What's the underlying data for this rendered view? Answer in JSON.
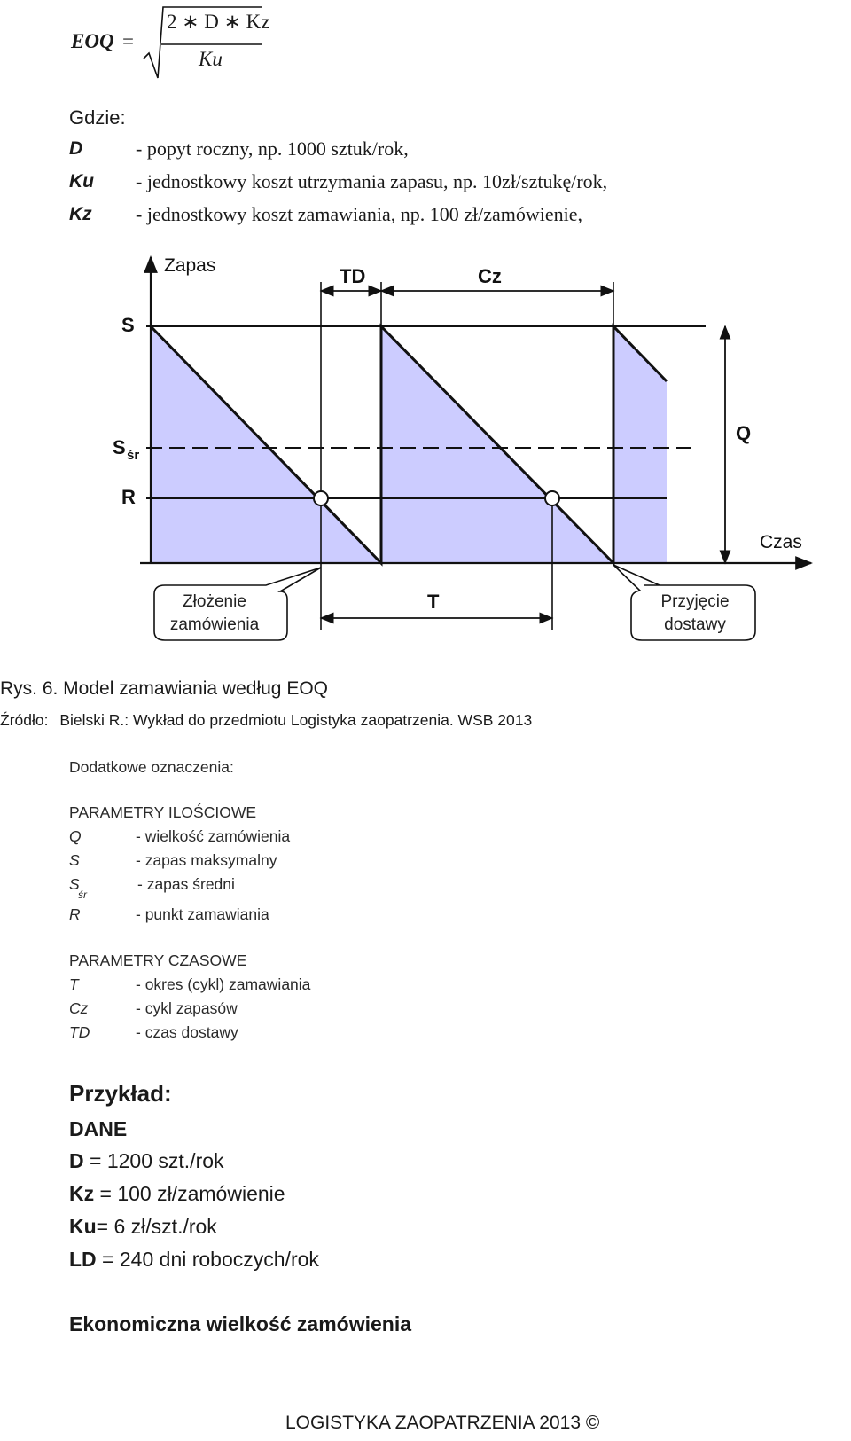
{
  "formula": {
    "lhs": "EOQ",
    "equals": "=",
    "numerator": "2 ∗ D ∗ Kz",
    "denominator": "Ku"
  },
  "definitions": {
    "intro": "Gdzie:",
    "items": [
      {
        "symbol": "D",
        "text": "- popyt roczny, np. 1000 sztuk/rok,"
      },
      {
        "symbol": "Ku",
        "text": "- jednostkowy koszt utrzymania zapasu, np. 10zł/sztukę/rok,"
      },
      {
        "symbol": "Kz",
        "text": "- jednostkowy koszt zamawiania, np. 100 zł/zamówienie,"
      }
    ]
  },
  "diagram": {
    "y_axis_label": "Zapas",
    "x_axis_label": "Czas",
    "labels": {
      "S": "S",
      "Ssr_main": "S",
      "Ssr_sub": "śr",
      "R": "R",
      "Q": "Q",
      "TD": "TD",
      "Cz": "Cz",
      "T": "T"
    },
    "callout_left": [
      "Złożenie",
      "zamówienia"
    ],
    "callout_right": [
      "Przyjęcie",
      "dostawy"
    ],
    "fill_color": "#ccccff",
    "line_color": "#111111"
  },
  "caption": {
    "figure": "Rys. 6. Model zamawiania według EOQ",
    "source_label": "Źródło:",
    "source_text": "Bielski R.: Wykład do przedmiotu Logistyka zaopatrzenia. WSB 2013"
  },
  "notation": {
    "heading": "Dodatkowe oznaczenia:",
    "quantity_heading": "PARAMETRY ILOŚCIOWE",
    "quantity": [
      {
        "symbol": "Q",
        "sub": "",
        "text": "- wielkość zamówienia"
      },
      {
        "symbol": "S",
        "sub": "",
        "text": "- zapas maksymalny"
      },
      {
        "symbol": "S",
        "sub": "śr",
        "text": "- zapas średni"
      },
      {
        "symbol": "R",
        "sub": "",
        "text": "- punkt zamawiania"
      }
    ],
    "time_heading": "PARAMETRY CZASOWE",
    "time": [
      {
        "symbol": "T",
        "text": "- okres (cykl) zamawiania"
      },
      {
        "symbol": "Cz",
        "text": "- cykl zapasów"
      },
      {
        "symbol": "TD",
        "text": "- czas dostawy"
      }
    ]
  },
  "example": {
    "title": "Przykład:",
    "data_heading": "DANE",
    "lines": [
      {
        "label": "D",
        "text": " = 1200 szt./rok"
      },
      {
        "label": "Kz",
        "text": " = 100 zł/zamówienie"
      },
      {
        "label": "Ku",
        "text": "= 6 zł/szt./rok"
      },
      {
        "label": "LD",
        "text": " = 240 dni roboczych/rok"
      }
    ],
    "section": "Ekonomiczna wielkość zamówienia"
  },
  "footer": "LOGISTYKA ZAOPATRZENIA 2013 ©"
}
